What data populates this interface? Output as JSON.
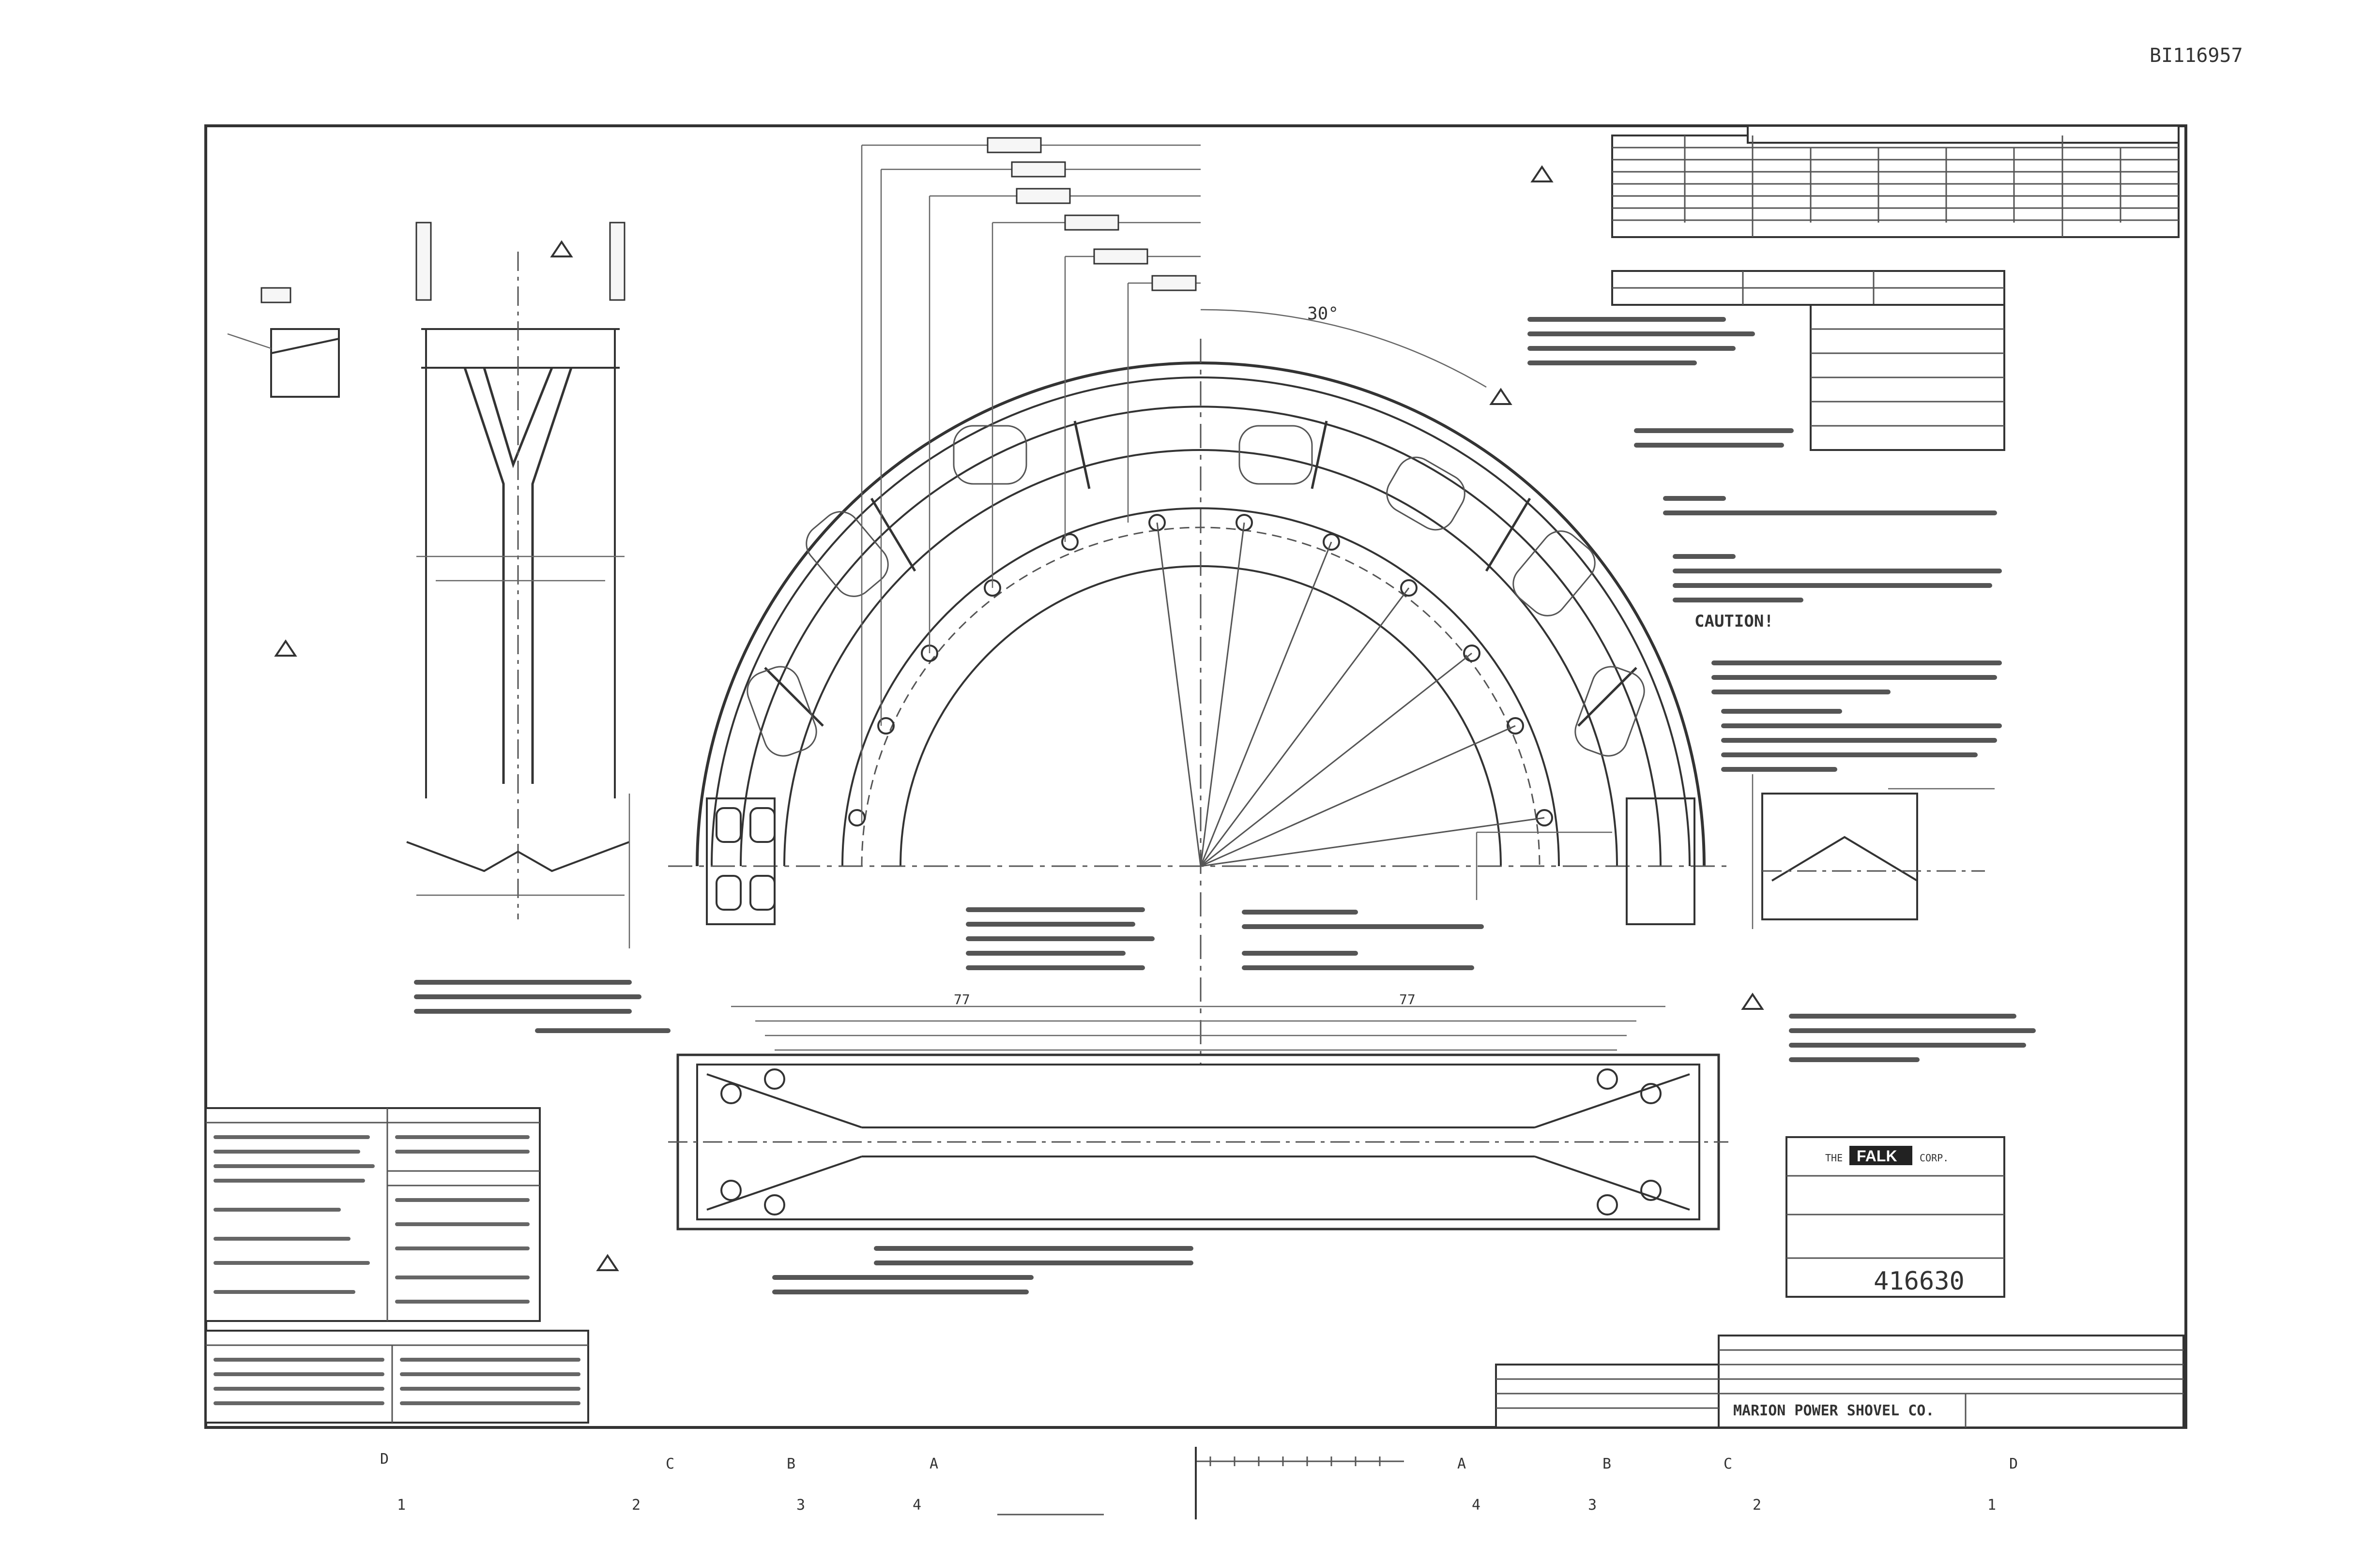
{
  "doc_id": "BI116957",
  "angle_label": "30°",
  "caution_heading": "CAUTION!",
  "title_block": {
    "company": "FALK",
    "company_prefix": "THE",
    "company_suffix": "CORP.",
    "drawing_number": "416630"
  },
  "owner_company": "MARION POWER SHOVEL CO.",
  "web_dims": {
    "left": "77",
    "right": "77"
  },
  "border": {
    "bottom_letters": [
      "D",
      "C",
      "B",
      "A",
      "A",
      "B",
      "C",
      "D"
    ],
    "bottom_numbers": [
      "1",
      "2",
      "3",
      "4",
      "4",
      "3",
      "2",
      "1"
    ]
  },
  "colors": {
    "ink": "#333333",
    "paper": "#ffffff"
  },
  "icons": [
    "revision-triangle-icon",
    "bolt-symbol-icon"
  ]
}
